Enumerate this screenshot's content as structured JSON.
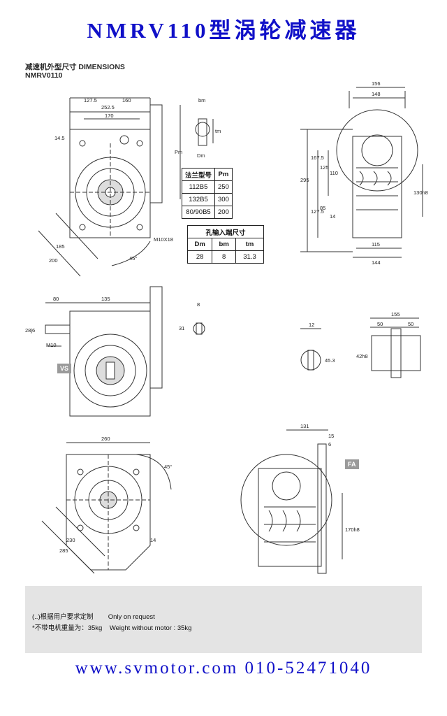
{
  "header": {
    "title": "NMRV110型涡轮减速器"
  },
  "section": {
    "label_cn_en": "减速机外型尺寸 DIMENSIONS",
    "model": "NMRV0110"
  },
  "flange_table": {
    "headers": [
      "法兰型号",
      "Pm"
    ],
    "rows": [
      [
        "112B5",
        "250"
      ],
      [
        "132B5",
        "300"
      ],
      [
        "80/90B5",
        "200"
      ]
    ]
  },
  "input_table": {
    "caption": "孔输入端尺寸",
    "headers": [
      "Dm",
      "bm",
      "tm"
    ],
    "rows": [
      [
        "28",
        "8",
        "31.3"
      ]
    ]
  },
  "dims": {
    "top_view": [
      "127.5",
      "160",
      "252.5",
      "170",
      "14.5",
      "Pm",
      "M10X18",
      "185",
      "200",
      "45°"
    ],
    "small_key": [
      "bm",
      "tm",
      "Dm"
    ],
    "side_view": [
      "156",
      "148",
      "295",
      "167.5",
      "125",
      "110",
      "127.5",
      "85",
      "14",
      "130h8",
      "115",
      "144"
    ],
    "vs_view": [
      "80",
      "135",
      "28j6",
      "M10",
      "8",
      "31"
    ],
    "shaft": [
      "12",
      "45.3",
      "42h8",
      "155",
      "50",
      "50"
    ],
    "flange_view": [
      "260",
      "45°",
      "230",
      "285",
      "14"
    ],
    "fa_view": [
      "131",
      "15",
      "6",
      "170h8"
    ]
  },
  "tags": {
    "vs": "VS",
    "fa": "FA"
  },
  "notes": {
    "request": "(..)根据用户要求定制        Only on request",
    "weight": "*不带电机重量为：35kg    Weight without motor : 35kg"
  },
  "footer": {
    "contact": "www.svmotor.com  010-52471040"
  }
}
